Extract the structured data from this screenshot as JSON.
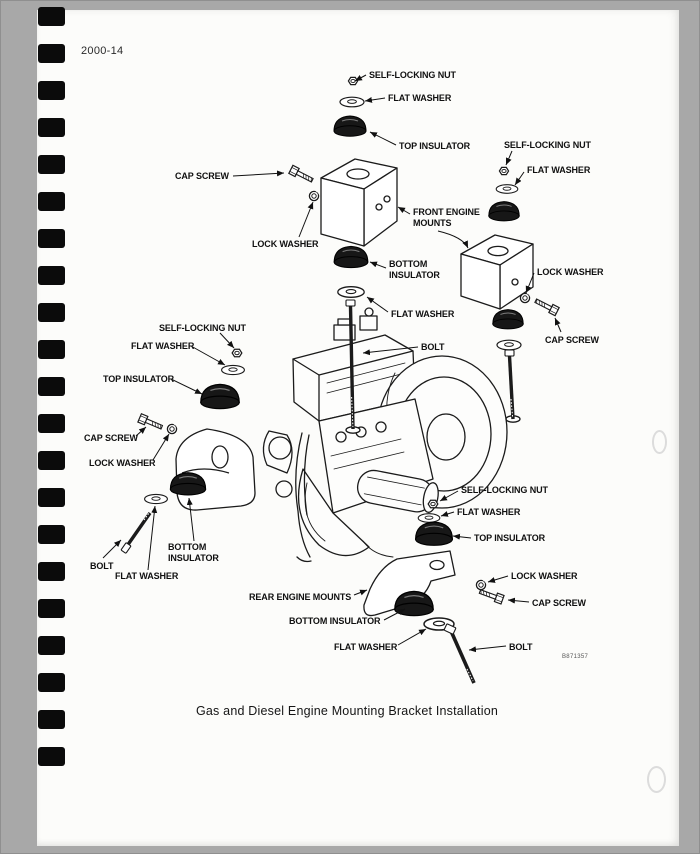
{
  "page": {
    "number": "2000-14",
    "caption": "Gas and Diesel Engine Mounting Bracket Installation",
    "figure_code": "B871357"
  },
  "colors": {
    "paper": "#fcfcfa",
    "scan_surround": "#a8a8a8",
    "ink": "#1b1b1b",
    "binding": "#0b0b0b"
  },
  "diagram": {
    "description": "Exploded view of gas and diesel engine front and rear mounting bracket hardware",
    "labels": [
      {
        "id": "front-left-nut",
        "text": "SELF-LOCKING NUT"
      },
      {
        "id": "front-left-flat-washer-upper",
        "text": "FLAT WASHER"
      },
      {
        "id": "front-left-top-insulator",
        "text": "TOP INSULATOR"
      },
      {
        "id": "front-right-nut",
        "text": "SELF-LOCKING NUT"
      },
      {
        "id": "front-right-flat-washer-upper",
        "text": "FLAT WASHER"
      },
      {
        "id": "front-left-cap-screw",
        "text": "CAP SCREW"
      },
      {
        "id": "front-engine-mounts",
        "text": "FRONT ENGINE MOUNTS"
      },
      {
        "id": "front-left-lock-washer",
        "text": "LOCK WASHER"
      },
      {
        "id": "front-right-lock-washer",
        "text": "LOCK WASHER"
      },
      {
        "id": "front-left-bottom-insulator",
        "text": "BOTTOM INSULATOR"
      },
      {
        "id": "front-left-flat-washer-lower",
        "text": "FLAT WASHER"
      },
      {
        "id": "front-right-cap-screw",
        "text": "CAP SCREW"
      },
      {
        "id": "rear-left-nut",
        "text": "SELF-LOCKING NUT"
      },
      {
        "id": "front-bolt",
        "text": "BOLT"
      },
      {
        "id": "rear-left-flat-washer-upper",
        "text": "FLAT WASHER"
      },
      {
        "id": "rear-left-top-insulator",
        "text": "TOP INSULATOR"
      },
      {
        "id": "rear-left-cap-screw",
        "text": "CAP SCREW"
      },
      {
        "id": "rear-left-lock-washer",
        "text": "LOCK WASHER"
      },
      {
        "id": "rear-right-nut",
        "text": "SELF-LOCKING NUT"
      },
      {
        "id": "rear-right-flat-washer-upper",
        "text": "FLAT WASHER"
      },
      {
        "id": "rear-right-top-insulator",
        "text": "TOP INSULATOR"
      },
      {
        "id": "rear-left-bottom-insulator",
        "text": "BOTTOM INSULATOR"
      },
      {
        "id": "rear-left-bolt",
        "text": "BOLT"
      },
      {
        "id": "rear-left-flat-washer-lower",
        "text": "FLAT WASHER"
      },
      {
        "id": "rear-right-lock-washer",
        "text": "LOCK WASHER"
      },
      {
        "id": "rear-engine-mounts",
        "text": "REAR ENGINE MOUNTS"
      },
      {
        "id": "rear-right-cap-screw",
        "text": "CAP SCREW"
      },
      {
        "id": "rear-right-bottom-insulator",
        "text": "BOTTOM INSULATOR"
      },
      {
        "id": "rear-right-flat-washer-lower",
        "text": "FLAT WASHER"
      },
      {
        "id": "rear-right-bolt",
        "text": "BOLT"
      }
    ]
  }
}
